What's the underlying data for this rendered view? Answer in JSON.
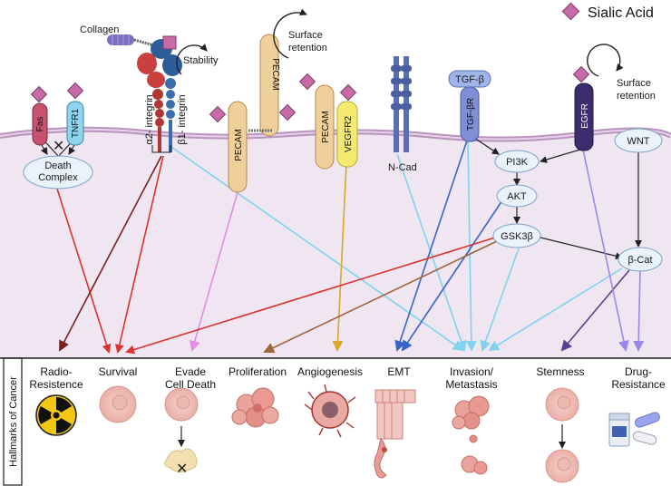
{
  "legend": {
    "label": "Sialic Acid",
    "color": "#c86aa8"
  },
  "hallmarks_title": "Hallmarks of Cancer",
  "receptors": {
    "fas": "Fas",
    "tnfr1": "TNFR1",
    "collagen": "Collagen",
    "stability": "Stability",
    "alpha2_integrin": "α2- integrin",
    "beta1_integrin": "β1- integrin",
    "pecam_left": "PECAM",
    "pecam_top": "PECAM",
    "pecam_mid": "PECAM",
    "surface_retention_1a": "Surface",
    "surface_retention_1b": "retention",
    "vegfr2": "VEGFR2",
    "ncad": "N-Cad",
    "tgfb": "TGF-β",
    "tgfbr": "TGF-βR",
    "egfr": "EGFR",
    "surface_retention_2a": "Surface",
    "surface_retention_2b": "retention"
  },
  "nodes": {
    "death_complex_a": "Death",
    "death_complex_b": "Complex",
    "pi3k": "PI3K",
    "akt": "AKT",
    "gsk3b": "GSK3β",
    "wnt": "WNT",
    "bcat": "β-Cat"
  },
  "hallmarks": [
    {
      "line1": "Radio-",
      "line2": "Resistence"
    },
    {
      "line1": "Survival",
      "line2": ""
    },
    {
      "line1": "Evade",
      "line2": "Cell Death"
    },
    {
      "line1": "Proliferation",
      "line2": ""
    },
    {
      "line1": "Angiogenesis",
      "line2": ""
    },
    {
      "line1": "EMT",
      "line2": ""
    },
    {
      "line1": "Invasion/",
      "line2": "Metastasis"
    },
    {
      "line1": "Stemness",
      "line2": ""
    },
    {
      "line1": "Drug-",
      "line2": "Resistance"
    }
  ],
  "colors": {
    "membrane": "#c9a7c9",
    "cytoplasm": "#efe6f1",
    "red": "#d9332f",
    "darkred": "#7b1f1f",
    "lightblue": "#7fd3ee",
    "blue": "#3a62c8",
    "pink": "#e58be6",
    "brown": "#a0643a",
    "gold": "#d5a92a",
    "purple": "#5b3f8e",
    "violet": "#9b86ea",
    "black": "#222222"
  }
}
